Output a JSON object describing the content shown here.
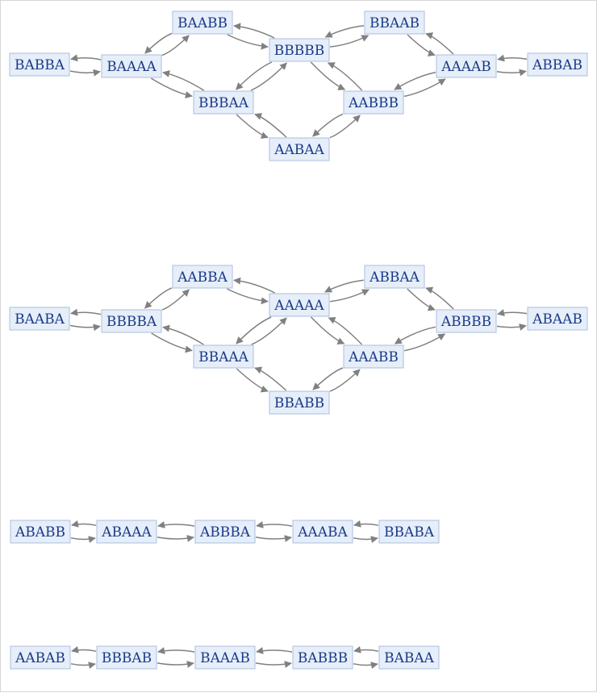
{
  "graphs": [
    {
      "nodes": [
        {
          "id": "n0",
          "label": "BABBA"
        },
        {
          "id": "n1",
          "label": "BAAAA"
        },
        {
          "id": "n2",
          "label": "BAABB"
        },
        {
          "id": "n3",
          "label": "BBBAA"
        },
        {
          "id": "n4",
          "label": "BBBBB"
        },
        {
          "id": "n5",
          "label": "AABAA"
        },
        {
          "id": "n6",
          "label": "BBAAB"
        },
        {
          "id": "n7",
          "label": "AABBB"
        },
        {
          "id": "n8",
          "label": "AAAAB"
        },
        {
          "id": "n9",
          "label": "ABBAB"
        }
      ],
      "edges": [
        [
          "n0",
          "n1"
        ],
        [
          "n1",
          "n2"
        ],
        [
          "n1",
          "n3"
        ],
        [
          "n2",
          "n4"
        ],
        [
          "n3",
          "n4"
        ],
        [
          "n3",
          "n5"
        ],
        [
          "n4",
          "n6"
        ],
        [
          "n4",
          "n7"
        ],
        [
          "n5",
          "n7"
        ],
        [
          "n6",
          "n8"
        ],
        [
          "n7",
          "n8"
        ],
        [
          "n8",
          "n9"
        ]
      ]
    },
    {
      "nodes": [
        {
          "id": "n0",
          "label": "BAABA"
        },
        {
          "id": "n1",
          "label": "BBBBA"
        },
        {
          "id": "n2",
          "label": "AABBA"
        },
        {
          "id": "n3",
          "label": "BBAAA"
        },
        {
          "id": "n4",
          "label": "AAAAA"
        },
        {
          "id": "n5",
          "label": "BBABB"
        },
        {
          "id": "n6",
          "label": "ABBAA"
        },
        {
          "id": "n7",
          "label": "AAABB"
        },
        {
          "id": "n8",
          "label": "ABBBB"
        },
        {
          "id": "n9",
          "label": "ABAAB"
        }
      ],
      "edges": [
        [
          "n0",
          "n1"
        ],
        [
          "n1",
          "n2"
        ],
        [
          "n1",
          "n3"
        ],
        [
          "n2",
          "n4"
        ],
        [
          "n3",
          "n4"
        ],
        [
          "n3",
          "n5"
        ],
        [
          "n4",
          "n6"
        ],
        [
          "n4",
          "n7"
        ],
        [
          "n5",
          "n7"
        ],
        [
          "n6",
          "n8"
        ],
        [
          "n7",
          "n8"
        ],
        [
          "n8",
          "n9"
        ]
      ]
    },
    {
      "nodes": [
        {
          "id": "n0",
          "label": "ABABB"
        },
        {
          "id": "n1",
          "label": "ABAAA"
        },
        {
          "id": "n2",
          "label": "ABBBA"
        },
        {
          "id": "n3",
          "label": "AAABA"
        },
        {
          "id": "n4",
          "label": "BBABA"
        }
      ],
      "edges": [
        [
          "n0",
          "n1"
        ],
        [
          "n1",
          "n2"
        ],
        [
          "n2",
          "n3"
        ],
        [
          "n3",
          "n4"
        ]
      ]
    },
    {
      "nodes": [
        {
          "id": "n0",
          "label": "AABAB"
        },
        {
          "id": "n1",
          "label": "BBBAB"
        },
        {
          "id": "n2",
          "label": "BAAAB"
        },
        {
          "id": "n3",
          "label": "BABBB"
        },
        {
          "id": "n4",
          "label": "BABAA"
        }
      ],
      "edges": [
        [
          "n0",
          "n1"
        ],
        [
          "n1",
          "n2"
        ],
        [
          "n2",
          "n3"
        ],
        [
          "n3",
          "n4"
        ]
      ]
    }
  ],
  "colors": {
    "node_fill": "#e6eefa",
    "node_border": "#a9bfdf",
    "node_text": "#1a3a87",
    "edge": "#808080"
  }
}
